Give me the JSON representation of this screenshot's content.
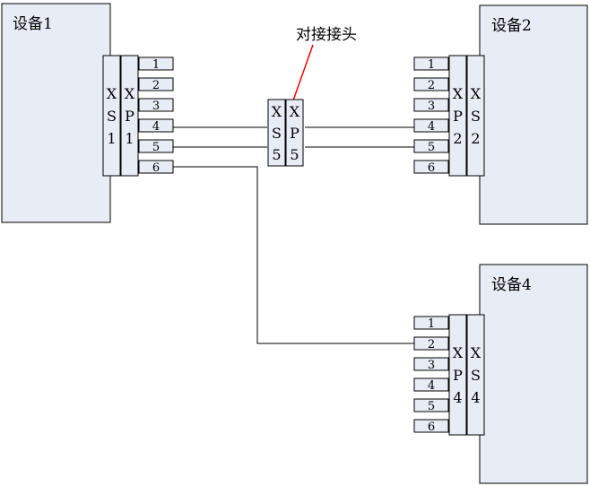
{
  "devices": [
    {
      "id": "dev1",
      "label": "设备1"
    },
    {
      "id": "dev2",
      "label": "设备2"
    },
    {
      "id": "dev4",
      "label": "设备4"
    }
  ],
  "connectors": [
    {
      "id": "xs1",
      "chars": [
        "X",
        "S",
        "1"
      ]
    },
    {
      "id": "xp1",
      "chars": [
        "X",
        "P",
        "1"
      ]
    },
    {
      "id": "xp2",
      "chars": [
        "X",
        "P",
        "2"
      ]
    },
    {
      "id": "xs2",
      "chars": [
        "X",
        "S",
        "2"
      ]
    },
    {
      "id": "xp4",
      "chars": [
        "X",
        "P",
        "4"
      ]
    },
    {
      "id": "xs4",
      "chars": [
        "X",
        "S",
        "4"
      ]
    },
    {
      "id": "xs5",
      "chars": [
        "X",
        "S",
        "5"
      ]
    },
    {
      "id": "xp5",
      "chars": [
        "X",
        "P",
        "5"
      ]
    }
  ],
  "pins": [
    "1",
    "2",
    "3",
    "4",
    "5",
    "6"
  ],
  "callout": {
    "label": "对接接头"
  },
  "colors": {
    "fill": "#e8ecf5",
    "stroke": "#000000",
    "callout": "#ff0000"
  }
}
